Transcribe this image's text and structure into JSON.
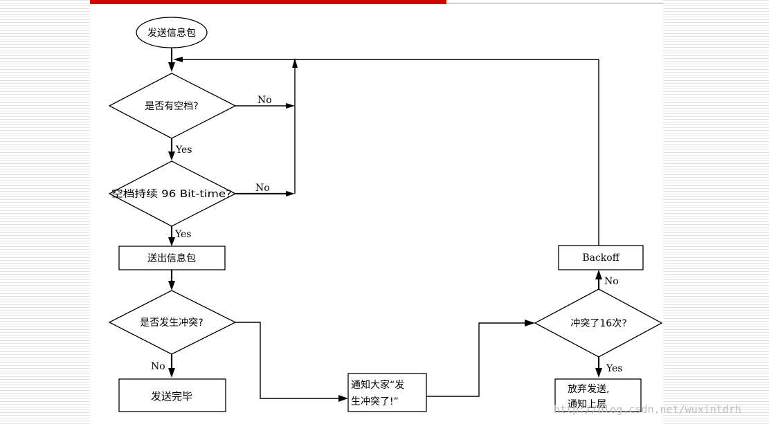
{
  "nodes": {
    "start": "发送信息包",
    "check_idle": "是否有空档?",
    "check_96": "空档持续 96 Bit-time?",
    "send_packet": "送出信息包",
    "check_collision": "是否发生冲突?",
    "send_done": "发送完毕",
    "notify_all_line1": "通知大家“发",
    "notify_all_line2": "生冲突了!”",
    "check_16": "冲突了16次?",
    "backoff": "Backoff",
    "give_up_line1": "放弃发送,",
    "give_up_line2": "通知上层"
  },
  "labels": {
    "no_1": "No",
    "yes_1": "Yes",
    "no_2": "No",
    "yes_2": "Yes",
    "no_3": "No",
    "no_4": "No",
    "yes_3": "Yes"
  },
  "watermark": "http://blog.csdn.net/wuxintdrh",
  "colors": {
    "top_bar": "#d40000",
    "stripe": "#e2e2e2",
    "line": "#000000"
  }
}
